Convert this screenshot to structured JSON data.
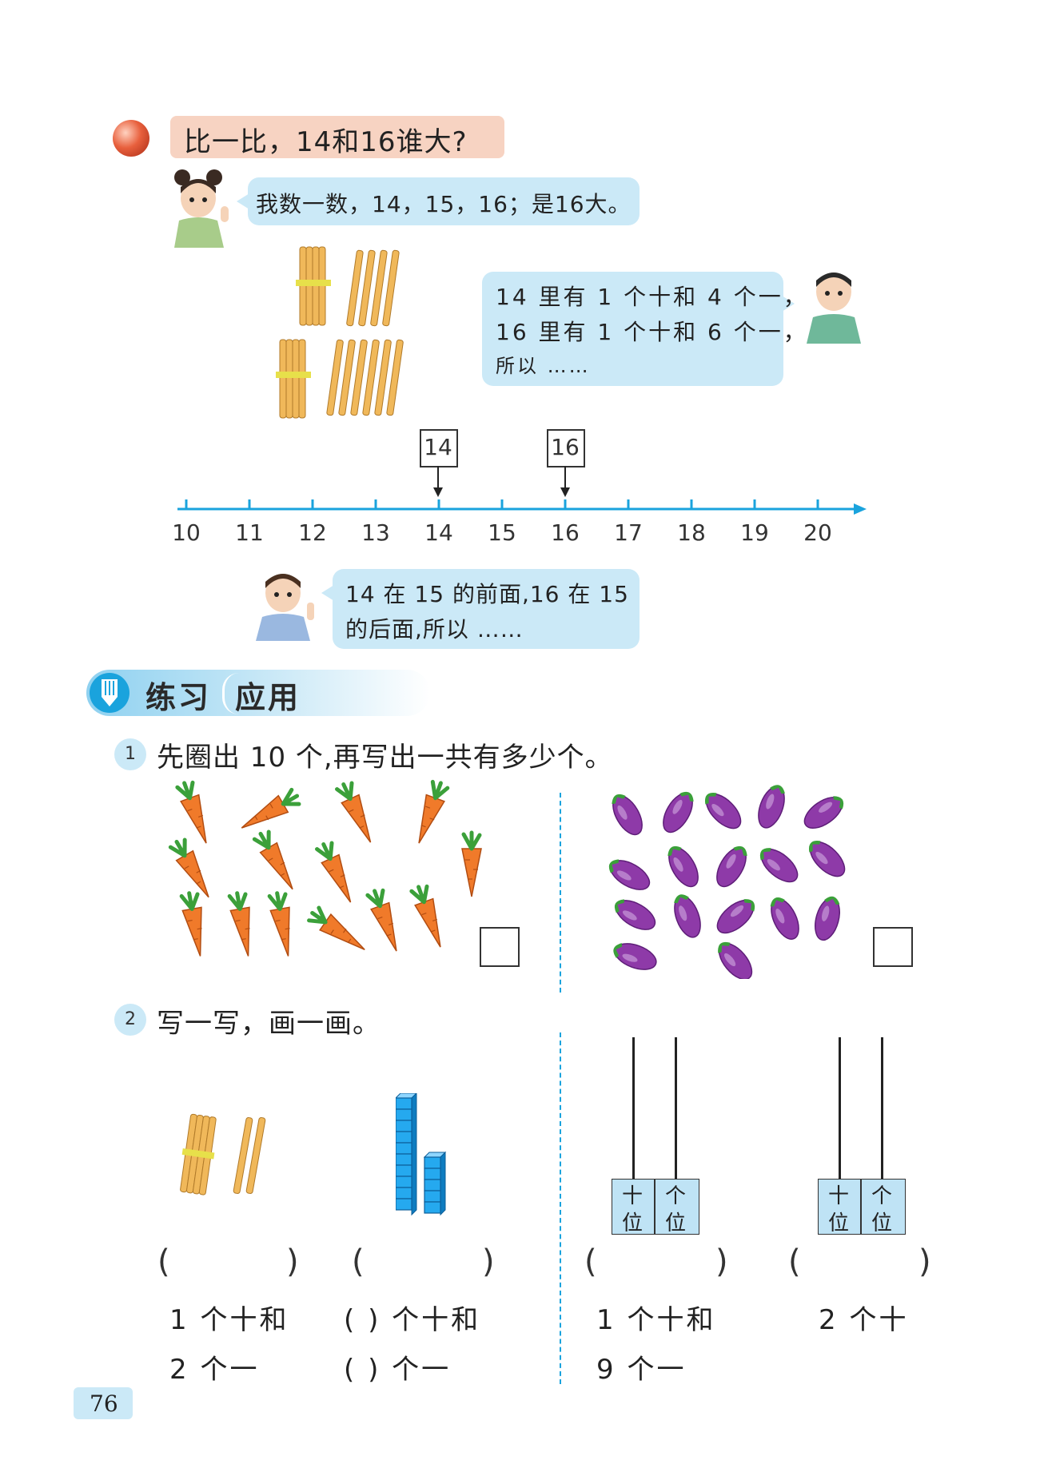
{
  "section1": {
    "title": "比一比，14和16谁大?",
    "girl_speech": "我数一数，14，15，16；是16大。",
    "boy_speech": [
      "14 里有 1 个十和 4 个一，",
      "16 里有 1 个十和 6 个一，",
      "所以 ……"
    ],
    "boy2_speech": [
      "14 在 15 的前面,16 在 15",
      "的后面,所以 ……"
    ]
  },
  "number_line": {
    "ticks": [
      "10",
      "11",
      "12",
      "13",
      "14",
      "15",
      "16",
      "17",
      "18",
      "19",
      "20"
    ],
    "markers": [
      "14",
      "16"
    ]
  },
  "practice_header": {
    "part1": "练习",
    "part2": "应用"
  },
  "exercise1": {
    "num": "1",
    "text": "先圈出 10 个,再写出一共有多少个。"
  },
  "exercise2": {
    "num": "2",
    "text": "写一写，画一画。",
    "place_labels": {
      "tens": [
        "十",
        "位"
      ],
      "ones": [
        "个",
        "位"
      ]
    },
    "captions": [
      [
        "1 个十和",
        "2 个一"
      ],
      [
        "(    ) 个十和",
        "(    ) 个一"
      ],
      [
        "1 个十和",
        "9 个一"
      ],
      [
        "2 个十"
      ]
    ]
  },
  "page_number": "76",
  "colors": {
    "bubble": "#cbe9f7",
    "title_bg": "#f7d3c2",
    "axis": "#1aa3dd",
    "carrot": "#f07a2a",
    "eggplant": "#8e3aa8"
  }
}
